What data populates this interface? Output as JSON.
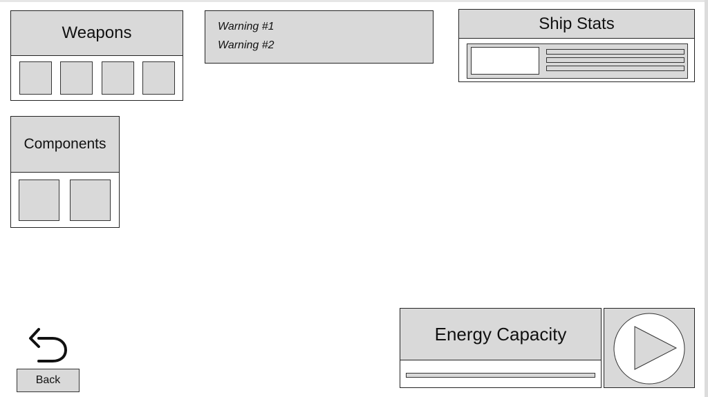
{
  "weapons": {
    "title": "Weapons",
    "slot_count": 4
  },
  "components": {
    "title": "Components",
    "slot_count": 2
  },
  "warnings": {
    "items": [
      "Warning #1",
      "Warning #2"
    ]
  },
  "ship_stats": {
    "title": "Ship Stats",
    "stat_bar_count": 3
  },
  "energy": {
    "title": "Energy Capacity"
  },
  "icons": {
    "back": "back-arrow-icon",
    "play": "play-icon"
  },
  "back_button": {
    "label": "Back"
  }
}
